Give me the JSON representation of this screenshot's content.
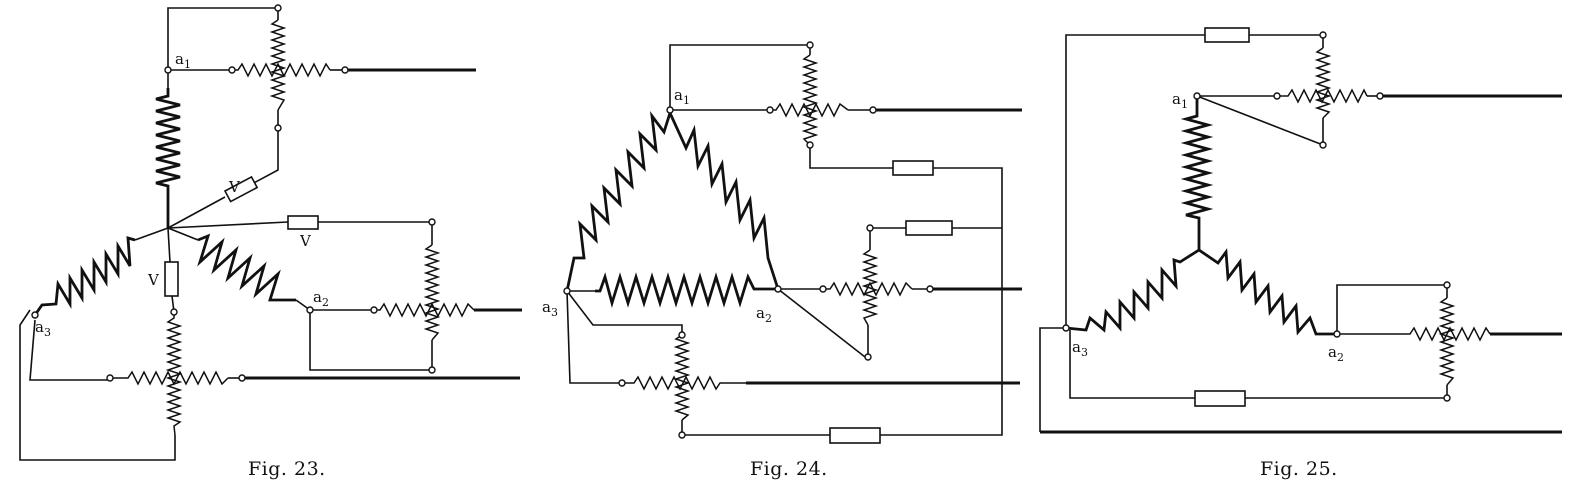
{
  "figures": [
    {
      "caption": "Fig. 23.",
      "labels": [
        "a",
        "1",
        "a",
        "2",
        "a",
        "3",
        "V",
        "V",
        "V"
      ]
    },
    {
      "caption": "Fig. 24.",
      "labels": [
        "a",
        "1",
        "a",
        "2",
        "a",
        "3"
      ]
    },
    {
      "caption": "Fig. 25.",
      "labels": [
        "a",
        "1",
        "a",
        "2",
        "a",
        "3"
      ]
    }
  ]
}
